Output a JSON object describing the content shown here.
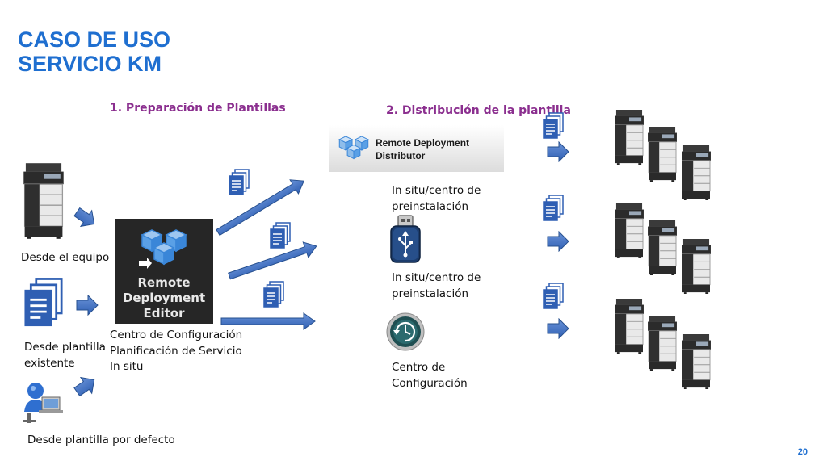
{
  "slide": {
    "title_line1": "CASO DE USO",
    "title_line2": "SERVICIO KM",
    "page_number": "20"
  },
  "sections": {
    "preparation": "1. Preparación de Plantillas",
    "distribution": "2. Distribución de la plantilla"
  },
  "sources": {
    "device": "Desde el equipo",
    "existing_line1": "Desde plantilla",
    "existing_line2": "existente",
    "default": "Desde plantilla por defecto"
  },
  "editor": {
    "line1": "Remote",
    "line2": "Deployment",
    "line3": "Editor",
    "caption_line1": "Centro de Configuración",
    "caption_line2": "Planificación de Servicio",
    "caption_line3": "In situ"
  },
  "distributor": {
    "line1": "Remote Deployment",
    "line2": "Distributor",
    "caption_line1": "In situ/centro de",
    "caption_line2": "preinstalación"
  },
  "usb": {
    "caption_line1": "In situ/centro de",
    "caption_line2": "preinstalación"
  },
  "config_center": {
    "caption_line1": "Centro de",
    "caption_line2": "Configuración"
  },
  "colors": {
    "title": "#1f6fd0",
    "section": "#8b2f8f",
    "arrow": "#3f6fbf",
    "document": "#2f5fb3"
  }
}
